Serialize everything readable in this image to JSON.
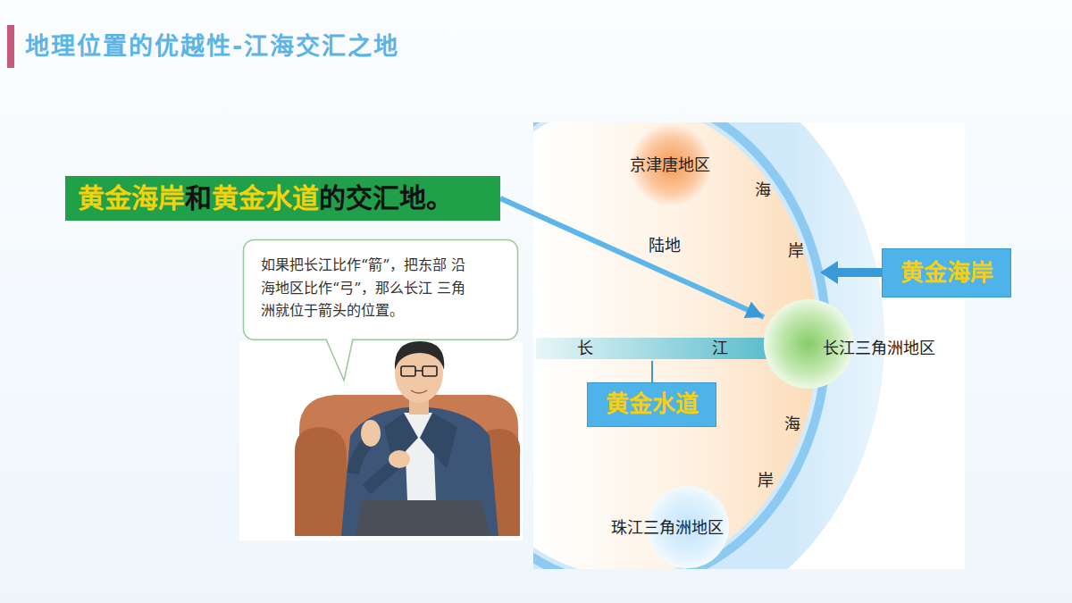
{
  "diagram": {
    "title": "地理位置的优越性-江海交汇之地",
    "nodes": [
      {
        "text": [
          "黄金海岸",
          "和",
          "黄金水道",
          "的交汇地。"
        ]
      },
      {
        "text": [
          "如果把长江比作“箭”，把东部 沿海地区比作“弓”，那么长江 三角洲就位于箭头的位置。"
        ]
      },
      {
        "text": [
          "京津唐地区"
        ]
      },
      {
        "text": [
          "长江三角洲地区"
        ]
      },
      {
        "text": [
          "珠江三角洲地区"
        ]
      },
      {
        "text": [
          "黄金海岸"
        ]
      },
      {
        "text": [
          "黄金水道"
        ]
      }
    ],
    "edges": [
      {
        "from": 0,
        "to": 3,
        "arrow": "to"
      }
    ],
    "labels": [
      "陆地",
      "海",
      "岸",
      "海",
      "岸",
      "长",
      "江"
    ]
  }
}
